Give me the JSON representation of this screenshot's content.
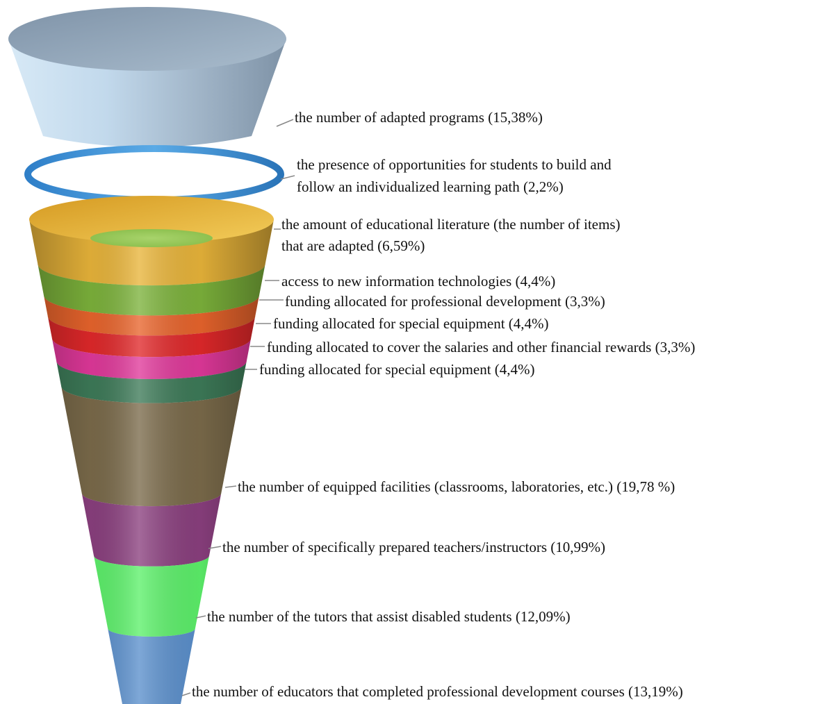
{
  "labels": {
    "adapted_programs": "the number of adapted programs (15,38%)",
    "learning_path_1": "the presence of opportunities for students to build and",
    "learning_path_2": "follow an individualized learning path (2,2%)",
    "literature_1": "the amount of educational literature (the number of items)",
    "literature_2": "that are adapted (6,59%)",
    "info_tech": "access to new information technologies (4,4%)",
    "prof_dev_funding": "funding allocated for professional development (3,3%)",
    "special_equipment_1": "funding allocated for special equipment (4,4%)",
    "salaries": "funding allocated to cover the salaries and other financial rewards (3,3%)",
    "special_equipment_2": "funding allocated for special equipment (4,4%)",
    "facilities": "the number of equipped facilities (classrooms, laboratories, etc.) (19,78 %)",
    "teachers": "the number of specifically prepared teachers/instructors (10,99%)",
    "tutors": "the number of the tutors that assist disabled students (12,09%)",
    "educators": "the number of educators that completed professional development courses (13,19%)"
  },
  "segment_colors": {
    "adapted_programs": "#b9d3e6",
    "learning_path": "#3f93d6",
    "literature": "#e8b43a",
    "info_tech": "#7cb23b",
    "prof_dev_funding": "#e8642c",
    "special_equipment_1": "#e0282a",
    "salaries": "#e0389a",
    "special_equipment_2": "#3d7a58",
    "facilities": "#7a6a4a",
    "teachers": "#8a3f7e",
    "tutors": "#5cf06a",
    "educators": "#5a8fcc"
  }
}
